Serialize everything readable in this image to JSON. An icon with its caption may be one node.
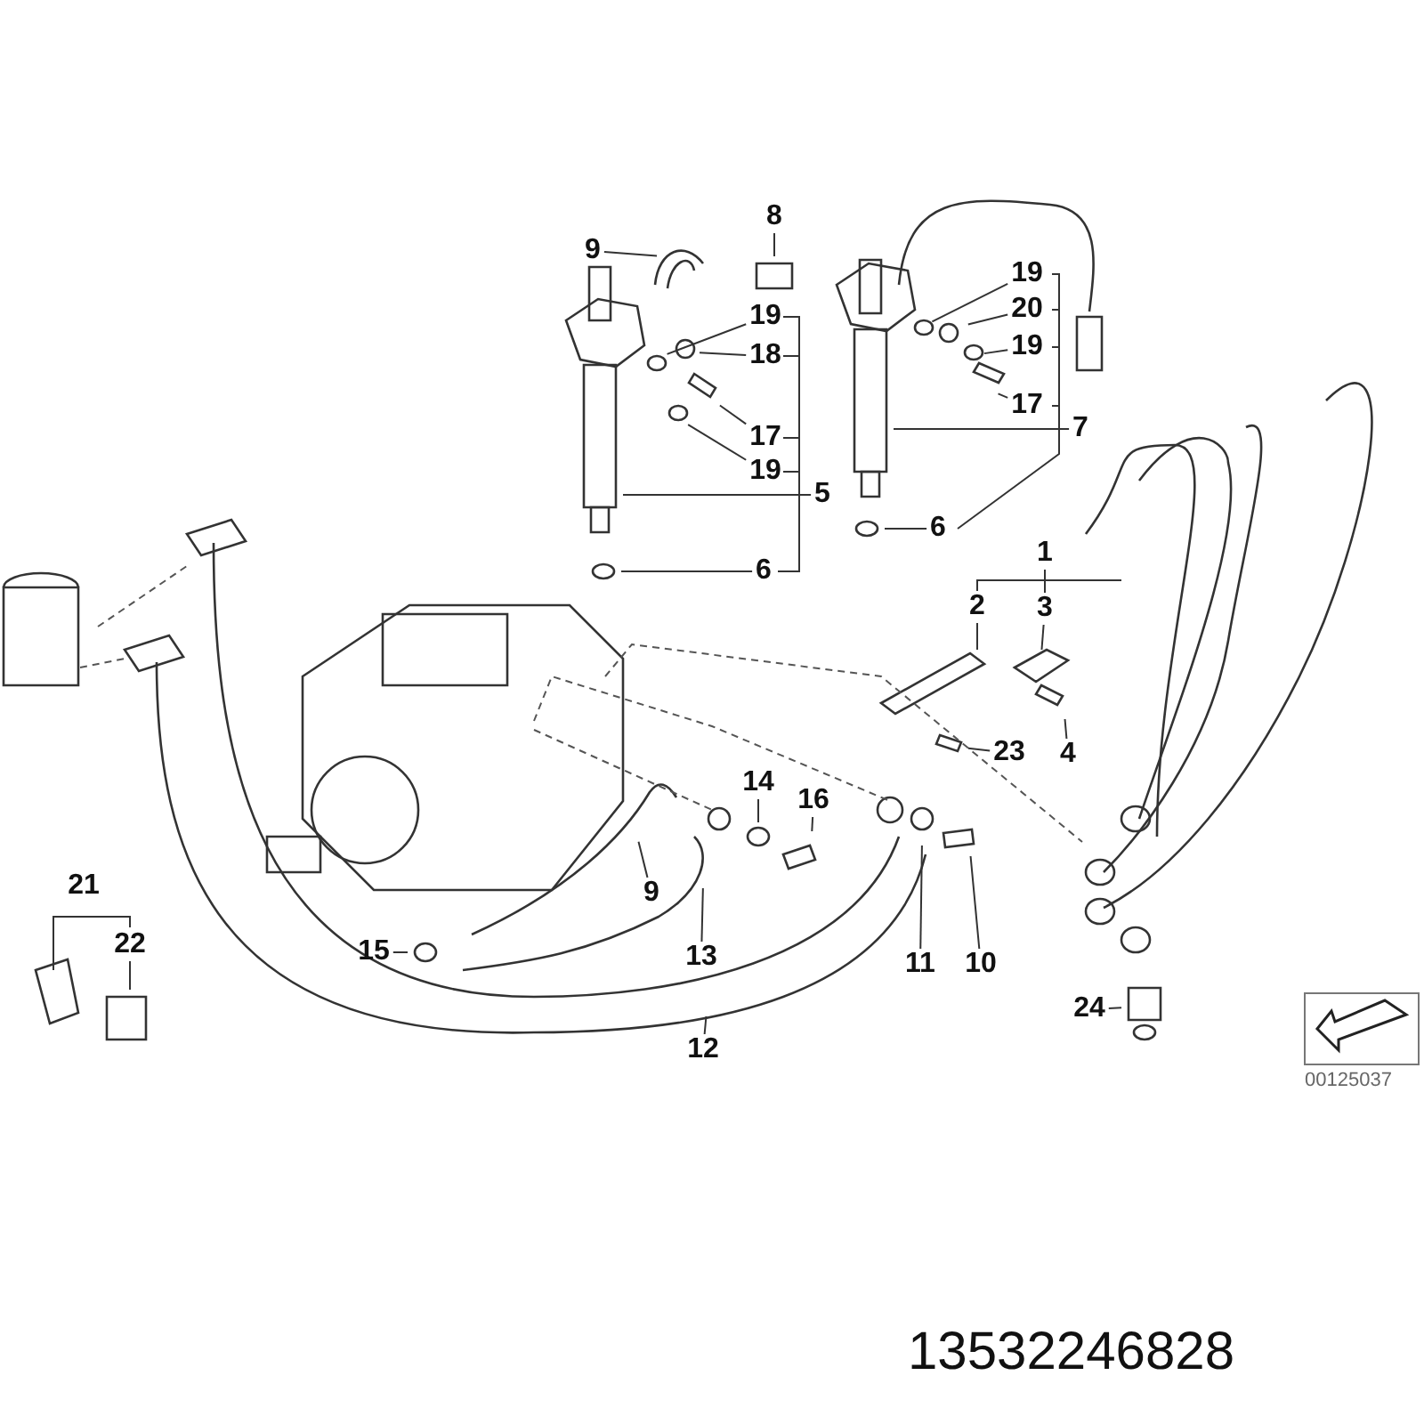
{
  "diagram": {
    "nodes": [
      {
        "text": [
          "8"
        ]
      },
      {
        "text": [
          "9"
        ]
      },
      {
        "text": [
          "19"
        ]
      },
      {
        "text": [
          "19"
        ]
      },
      {
        "text": [
          "20"
        ]
      },
      {
        "text": [
          "18"
        ]
      },
      {
        "text": [
          "19"
        ]
      },
      {
        "text": [
          "17"
        ]
      },
      {
        "text": [
          "7"
        ]
      },
      {
        "text": [
          "17"
        ]
      },
      {
        "text": [
          "19"
        ]
      },
      {
        "text": [
          "5"
        ]
      },
      {
        "text": [
          "6"
        ]
      },
      {
        "text": [
          "6"
        ]
      },
      {
        "text": [
          "1"
        ]
      },
      {
        "text": [
          "2"
        ]
      },
      {
        "text": [
          "3"
        ]
      },
      {
        "text": [
          "23"
        ]
      },
      {
        "text": [
          "4"
        ]
      },
      {
        "text": [
          "14"
        ]
      },
      {
        "text": [
          "16"
        ]
      },
      {
        "text": [
          "9"
        ]
      },
      {
        "text": [
          "15"
        ]
      },
      {
        "text": [
          "13"
        ]
      },
      {
        "text": [
          "11"
        ]
      },
      {
        "text": [
          "10"
        ]
      },
      {
        "text": [
          "21"
        ]
      },
      {
        "text": [
          "22"
        ]
      },
      {
        "text": [
          "24"
        ]
      },
      {
        "text": [
          "12"
        ]
      }
    ],
    "edges": [
      {
        "from": 0,
        "to": null,
        "arrow": "none"
      },
      {
        "from": 1,
        "to": null,
        "arrow": "none"
      },
      {
        "from": 2,
        "to": null,
        "arrow": "none"
      },
      {
        "from": 3,
        "to": null,
        "arrow": "none"
      },
      {
        "from": 4,
        "to": null,
        "arrow": "none"
      },
      {
        "from": 5,
        "to": null,
        "arrow": "none"
      },
      {
        "from": 6,
        "to": null,
        "arrow": "none"
      },
      {
        "from": 7,
        "to": null,
        "arrow": "none"
      },
      {
        "from": 8,
        "to": null,
        "arrow": "none"
      },
      {
        "from": 9,
        "to": null,
        "arrow": "none"
      },
      {
        "from": 10,
        "to": null,
        "arrow": "none"
      },
      {
        "from": 11,
        "to": null,
        "arrow": "none"
      },
      {
        "from": 12,
        "to": null,
        "arrow": "none"
      },
      {
        "from": 13,
        "to": null,
        "arrow": "none"
      },
      {
        "from": 15,
        "to": null,
        "arrow": "none"
      },
      {
        "from": 16,
        "to": null,
        "arrow": "none"
      },
      {
        "from": 17,
        "to": null,
        "arrow": "none"
      },
      {
        "from": 18,
        "to": null,
        "arrow": "none"
      },
      {
        "from": 19,
        "to": null,
        "arrow": "none"
      },
      {
        "from": 20,
        "to": null,
        "arrow": "none"
      },
      {
        "from": 21,
        "to": null,
        "arrow": "none"
      },
      {
        "from": 22,
        "to": null,
        "arrow": "none"
      },
      {
        "from": 23,
        "to": null,
        "arrow": "none"
      },
      {
        "from": 24,
        "to": null,
        "arrow": "none"
      },
      {
        "from": 25,
        "to": null,
        "arrow": "none"
      },
      {
        "from": 27,
        "to": null,
        "arrow": "none"
      },
      {
        "from": 28,
        "to": null,
        "arrow": "none"
      },
      {
        "from": 29,
        "to": null,
        "arrow": "none"
      }
    ],
    "labels": [
      "00125037",
      "13532246828"
    ]
  }
}
